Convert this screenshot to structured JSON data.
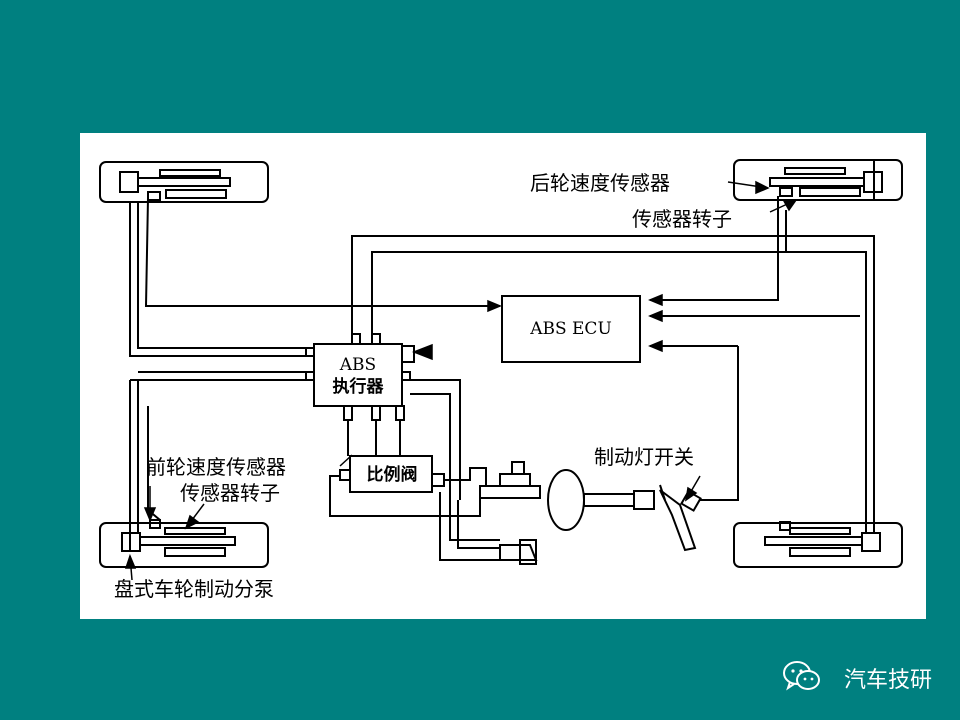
{
  "labels": {
    "rear_wheel_speed_sensor": "后轮速度传感器",
    "sensor_rotor_rear": "传感器转子",
    "abs_ecu": "ABS ECU",
    "abs_actuator_line1": "ABS",
    "abs_actuator_line2": "执行器",
    "proportioning_valve": "比例阀",
    "brake_light_switch": "制动灯开关",
    "front_wheel_speed_sensor": "前轮速度传感器",
    "sensor_rotor_front": "传感器转子",
    "disc_wheel_cylinder": "盘式车轮制动分泵"
  },
  "watermark": {
    "text": "汽车技研",
    "icon": "wechat-icon"
  },
  "colors": {
    "background": "#008080",
    "panel": "#ffffff",
    "ink": "#000000"
  }
}
